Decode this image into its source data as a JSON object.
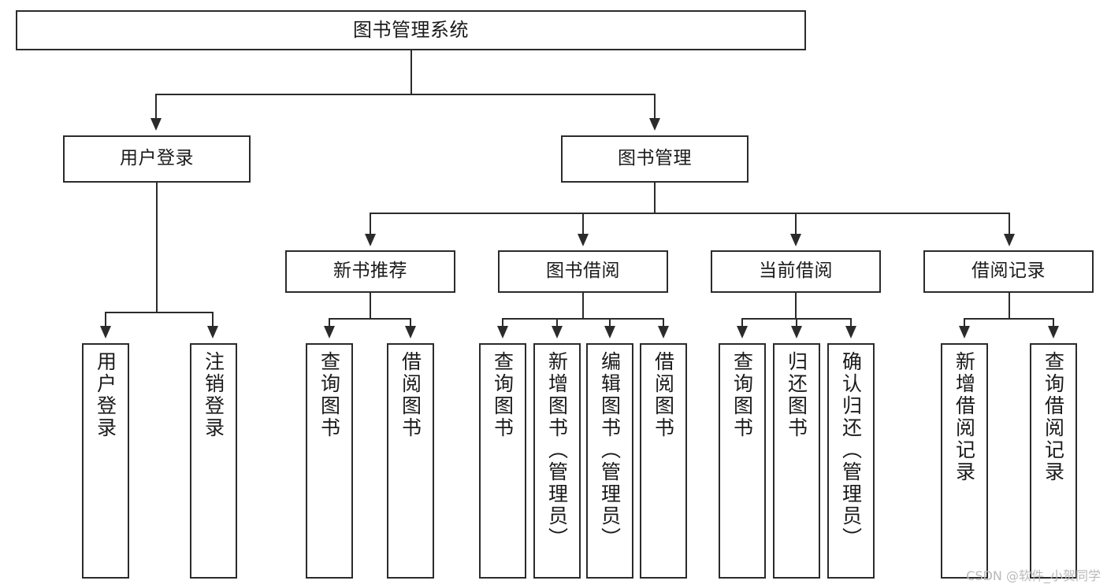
{
  "diagram": {
    "type": "tree-hierarchy-chart",
    "title": "图书管理系统",
    "watermark": "CSDN @软件_小贺同学",
    "colors": {
      "stroke": "#2b2b2b",
      "fill": "#ffffff",
      "text": "#1a1a1a",
      "watermark": "#b9b9b9"
    },
    "levels": {
      "level1": [
        {
          "id": "root",
          "label": "图书管理系统"
        }
      ],
      "level2": [
        {
          "id": "user-login",
          "label": "用户登录"
        },
        {
          "id": "book-manage",
          "label": "图书管理"
        }
      ],
      "level3": [
        {
          "id": "new-book-recommend",
          "label": "新书推荐"
        },
        {
          "id": "book-borrow",
          "label": "图书借阅"
        },
        {
          "id": "current-borrow",
          "label": "当前借阅"
        },
        {
          "id": "borrow-record",
          "label": "借阅记录"
        }
      ],
      "level4": [
        {
          "id": "leaf-user-login",
          "label": "用户登录",
          "parent": "user-login"
        },
        {
          "id": "leaf-logout-login",
          "label": "注销登录",
          "parent": "user-login"
        },
        {
          "id": "leaf-query-book-1",
          "label": "查询图书",
          "parent": "new-book-recommend"
        },
        {
          "id": "leaf-borrow-book-1",
          "label": "借阅图书",
          "parent": "new-book-recommend"
        },
        {
          "id": "leaf-query-book-2",
          "label": "查询图书",
          "parent": "book-borrow"
        },
        {
          "id": "leaf-add-book",
          "label": "新增图书（管理员）",
          "parent": "book-borrow"
        },
        {
          "id": "leaf-edit-book",
          "label": "编辑图书（管理员）",
          "parent": "book-borrow"
        },
        {
          "id": "leaf-borrow-book-2",
          "label": "借阅图书",
          "parent": "book-borrow"
        },
        {
          "id": "leaf-query-book-3",
          "label": "查询图书",
          "parent": "current-borrow"
        },
        {
          "id": "leaf-return-book",
          "label": "归还图书",
          "parent": "current-borrow"
        },
        {
          "id": "leaf-confirm-return",
          "label": "确认归还（管理员）",
          "parent": "current-borrow"
        },
        {
          "id": "leaf-add-record",
          "label": "新增借阅记录",
          "parent": "borrow-record"
        },
        {
          "id": "leaf-query-record",
          "label": "查询借阅记录",
          "parent": "borrow-record"
        }
      ]
    }
  }
}
